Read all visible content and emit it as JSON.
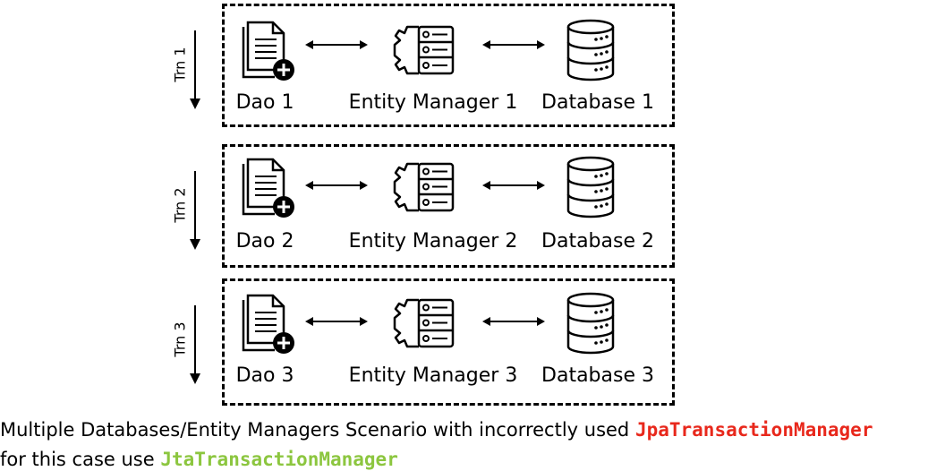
{
  "rows": [
    {
      "trn": "Trn 1",
      "dao": "Dao 1",
      "entity_manager": "Entity Manager 1",
      "database": "Database 1"
    },
    {
      "trn": "Trn 2",
      "dao": "Dao 2",
      "entity_manager": "Entity Manager 2",
      "database": "Database 2"
    },
    {
      "trn": "Trn 3",
      "dao": "Dao 3",
      "entity_manager": "Entity Manager 3",
      "database": "Database 3"
    }
  ],
  "caption": {
    "line1_text": "Multiple Databases/Entity Managers Scenario with incorrectly used ",
    "line1_code": "JpaTransactionManager",
    "line2_text": "for this case use ",
    "line2_code": "JtaTransactionManager"
  },
  "colors": {
    "incorrect_code": "#e8281c",
    "correct_code": "#8cc63f",
    "stroke": "#000000"
  },
  "icons": {
    "dao": "document-plus-icon",
    "entity_manager": "server-gear-icon",
    "database": "database-icon",
    "link": "double-arrow-icon",
    "transaction_direction": "down-arrow-icon"
  }
}
